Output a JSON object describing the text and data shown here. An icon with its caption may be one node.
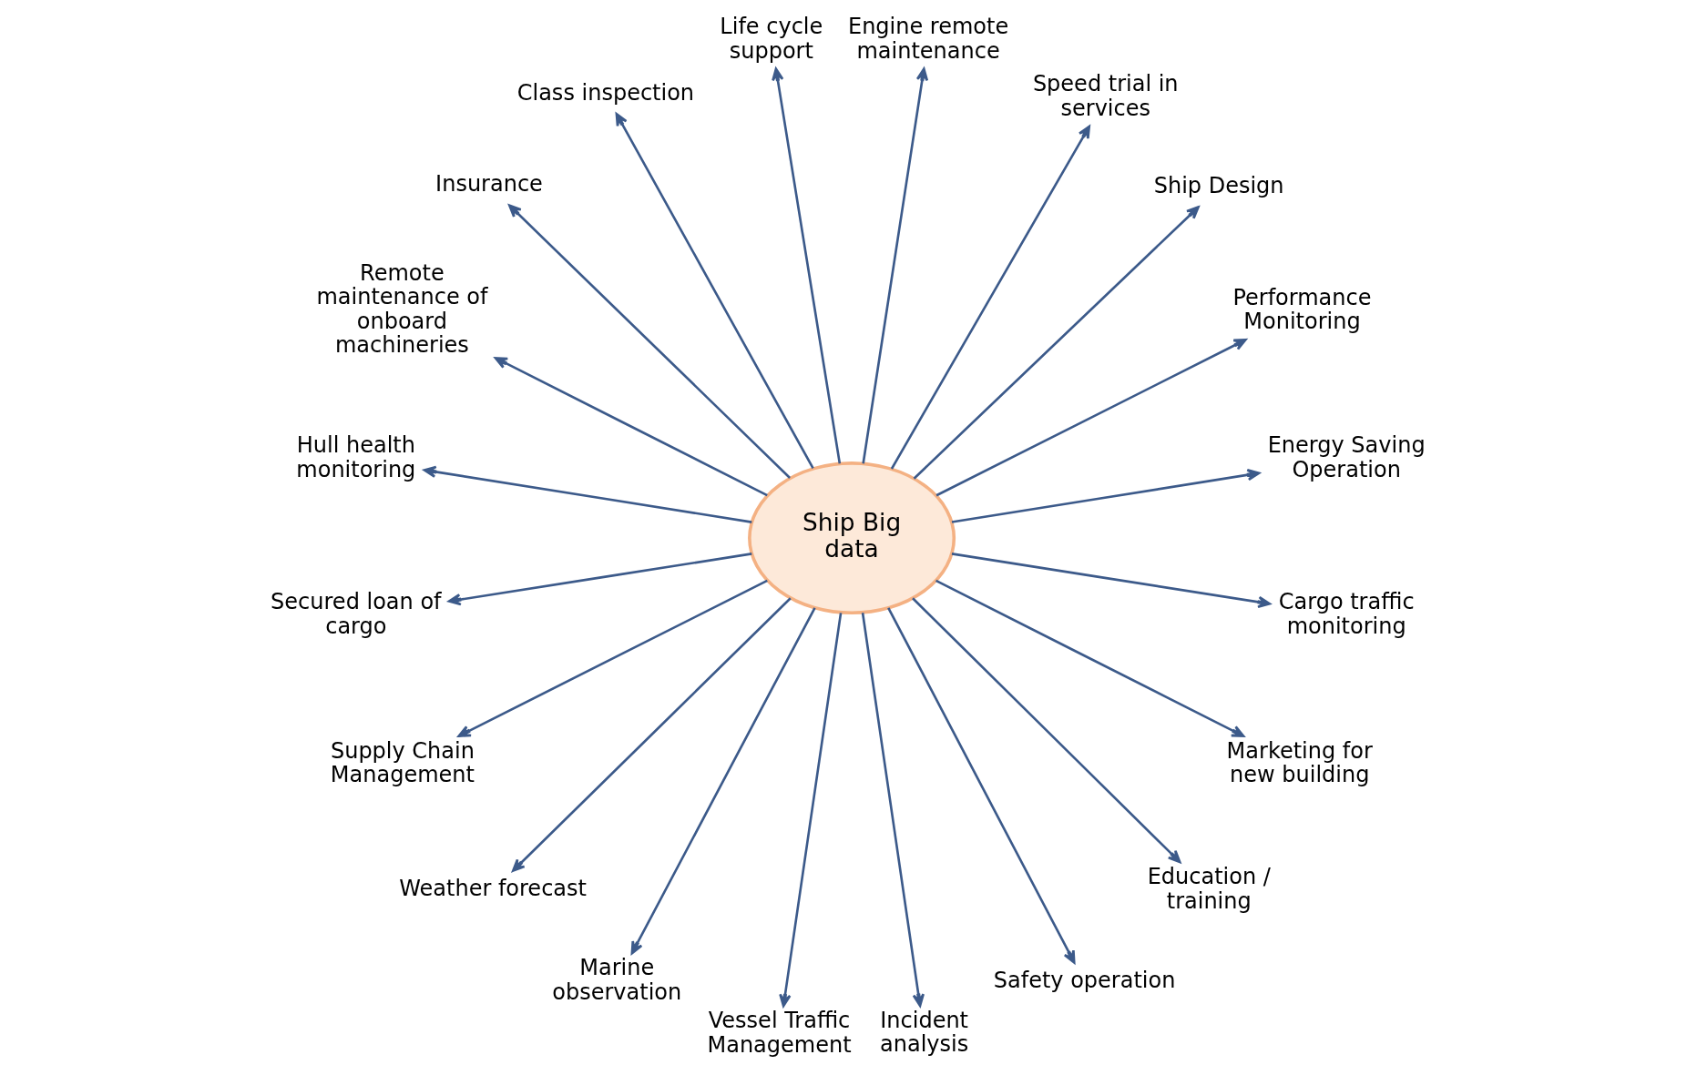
{
  "diagram": {
    "nodes": [
      {
        "text": [
          "Ship Big data"
        ]
      },
      {
        "text": [
          "Energy Saving Operation"
        ]
      },
      {
        "text": [
          "Performance Monitoring"
        ]
      },
      {
        "text": [
          "Ship Design"
        ]
      },
      {
        "text": [
          "Speed trial in services"
        ]
      },
      {
        "text": [
          "Engine remote maintenance"
        ]
      },
      {
        "text": [
          "Life cycle support"
        ]
      },
      {
        "text": [
          "Class inspection"
        ]
      },
      {
        "text": [
          "Insurance"
        ]
      },
      {
        "text": [
          "Remote maintenance of onboard machineries"
        ]
      },
      {
        "text": [
          "Hull health monitoring"
        ]
      },
      {
        "text": [
          "Secured loan of cargo"
        ]
      },
      {
        "text": [
          "Supply Chain Management"
        ]
      },
      {
        "text": [
          "Weather forecast"
        ]
      },
      {
        "text": [
          "Marine observation"
        ]
      },
      {
        "text": [
          "Vessel Traffic Management"
        ]
      },
      {
        "text": [
          "Incident analysis"
        ]
      },
      {
        "text": [
          "Safety operation"
        ]
      },
      {
        "text": [
          "Education / training"
        ]
      },
      {
        "text": [
          "Marketing for new building"
        ]
      },
      {
        "text": [
          "Cargo traffic monitoring"
        ]
      }
    ],
    "edges": [
      {
        "from": 0,
        "to": 1,
        "arrow": "to"
      },
      {
        "from": 0,
        "to": 2,
        "arrow": "to"
      },
      {
        "from": 0,
        "to": 3,
        "arrow": "to"
      },
      {
        "from": 0,
        "to": 4,
        "arrow": "to"
      },
      {
        "from": 0,
        "to": 5,
        "arrow": "to"
      },
      {
        "from": 0,
        "to": 6,
        "arrow": "to"
      },
      {
        "from": 0,
        "to": 7,
        "arrow": "to"
      },
      {
        "from": 0,
        "to": 8,
        "arrow": "to"
      },
      {
        "from": 0,
        "to": 9,
        "arrow": "to"
      },
      {
        "from": 0,
        "to": 10,
        "arrow": "to"
      },
      {
        "from": 0,
        "to": 11,
        "arrow": "to"
      },
      {
        "from": 0,
        "to": 12,
        "arrow": "to"
      },
      {
        "from": 0,
        "to": 13,
        "arrow": "to"
      },
      {
        "from": 0,
        "to": 14,
        "arrow": "to"
      },
      {
        "from": 0,
        "to": 15,
        "arrow": "to"
      },
      {
        "from": 0,
        "to": 16,
        "arrow": "to"
      },
      {
        "from": 0,
        "to": 17,
        "arrow": "to"
      },
      {
        "from": 0,
        "to": 18,
        "arrow": "to"
      },
      {
        "from": 0,
        "to": 19,
        "arrow": "to"
      },
      {
        "from": 0,
        "to": 20,
        "arrow": "to"
      }
    ]
  }
}
